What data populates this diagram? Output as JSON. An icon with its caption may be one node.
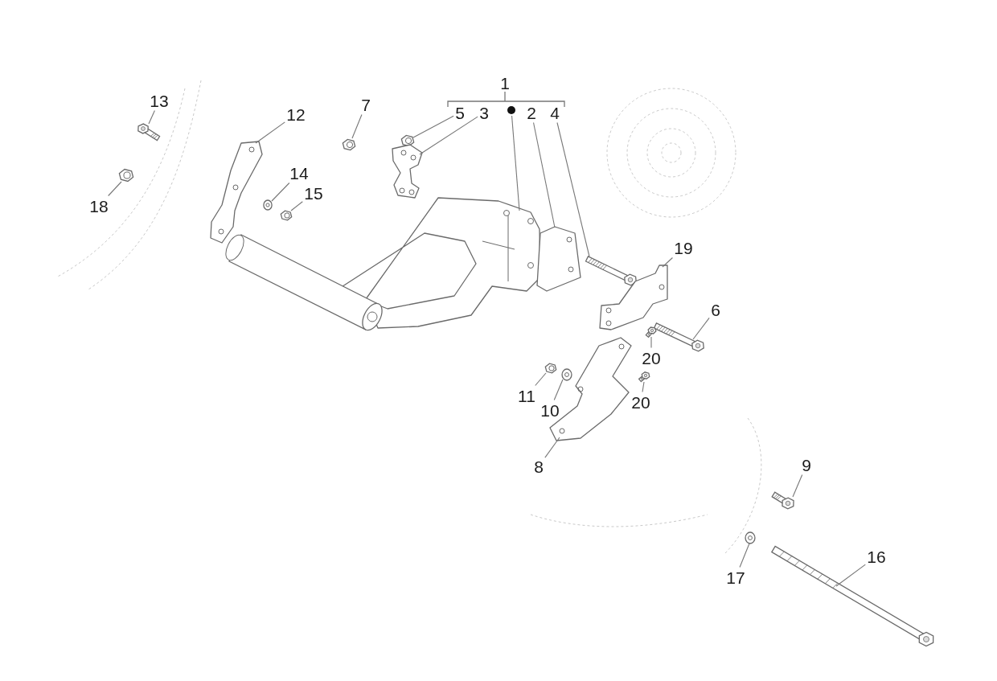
{
  "diagram": {
    "nodes": [
      {
        "text": [
          "13"
        ]
      },
      {
        "text": [],
        "shape": "picture"
      },
      {
        "text": [
          "18"
        ]
      },
      {
        "text": [],
        "shape": "picture"
      },
      {
        "text": [
          "12"
        ]
      },
      {
        "text": [],
        "shape": "picture"
      },
      {
        "text": [
          "7"
        ]
      },
      {
        "text": [],
        "shape": "picture"
      },
      {
        "text": [
          "14"
        ]
      },
      {
        "text": [],
        "shape": "picture"
      },
      {
        "text": [
          "15"
        ]
      },
      {
        "text": [],
        "shape": "picture"
      },
      {
        "text": [
          "5"
        ]
      },
      {
        "text": [],
        "shape": "picture"
      },
      {
        "text": [
          "3"
        ]
      },
      {
        "text": [],
        "shape": "picture"
      },
      {
        "text": [],
        "shape": "circle"
      },
      {
        "text": [],
        "shape": "picture"
      },
      {
        "text": [
          "2"
        ]
      },
      {
        "text": [],
        "shape": "picture"
      },
      {
        "text": [
          "4"
        ]
      },
      {
        "text": [],
        "shape": "picture"
      },
      {
        "text": [
          "19"
        ]
      },
      {
        "text": [],
        "shape": "picture"
      },
      {
        "text": [
          "6"
        ]
      },
      {
        "text": [],
        "shape": "picture"
      },
      {
        "text": [
          "20"
        ]
      },
      {
        "text": [],
        "shape": "picture"
      },
      {
        "text": [
          "20"
        ]
      },
      {
        "text": [],
        "shape": "picture"
      },
      {
        "text": [
          "11"
        ]
      },
      {
        "text": [],
        "shape": "picture"
      },
      {
        "text": [
          "10"
        ]
      },
      {
        "text": [],
        "shape": "picture"
      },
      {
        "text": [
          "8"
        ]
      },
      {
        "text": [],
        "shape": "picture"
      },
      {
        "text": [
          "9"
        ]
      },
      {
        "text": [],
        "shape": "picture"
      },
      {
        "text": [
          "17"
        ]
      },
      {
        "text": [],
        "shape": "picture"
      },
      {
        "text": [
          "16"
        ]
      },
      {
        "text": [],
        "shape": "picture"
      }
    ],
    "edges": [
      {
        "from": 0,
        "to": 1,
        "arrow": "none"
      },
      {
        "from": 2,
        "to": 3,
        "arrow": "none"
      },
      {
        "from": 4,
        "to": 5,
        "arrow": "none"
      },
      {
        "from": 6,
        "to": 7,
        "arrow": "none"
      },
      {
        "from": 8,
        "to": 9,
        "arrow": "none"
      },
      {
        "from": 10,
        "to": 11,
        "arrow": "none"
      },
      {
        "from": 12,
        "to": 13,
        "arrow": "none"
      },
      {
        "from": 14,
        "to": 15,
        "arrow": "none"
      },
      {
        "from": 16,
        "to": 17,
        "arrow": "none"
      },
      {
        "from": 18,
        "to": 19,
        "arrow": "none"
      },
      {
        "from": 20,
        "to": 21,
        "arrow": "none"
      },
      {
        "from": 22,
        "to": 23,
        "arrow": "none"
      },
      {
        "from": 24,
        "to": 25,
        "arrow": "none"
      },
      {
        "from": 26,
        "to": 27,
        "arrow": "none"
      },
      {
        "from": 28,
        "to": 29,
        "arrow": "none"
      },
      {
        "from": 30,
        "to": 31,
        "arrow": "none"
      },
      {
        "from": 32,
        "to": 33,
        "arrow": "none"
      },
      {
        "from": 34,
        "to": 35,
        "arrow": "none"
      },
      {
        "from": 36,
        "to": 37,
        "arrow": "none"
      },
      {
        "from": 38,
        "to": 39,
        "arrow": "none"
      },
      {
        "from": 40,
        "to": 41,
        "arrow": "none"
      }
    ],
    "labels": [
      "1"
    ]
  }
}
